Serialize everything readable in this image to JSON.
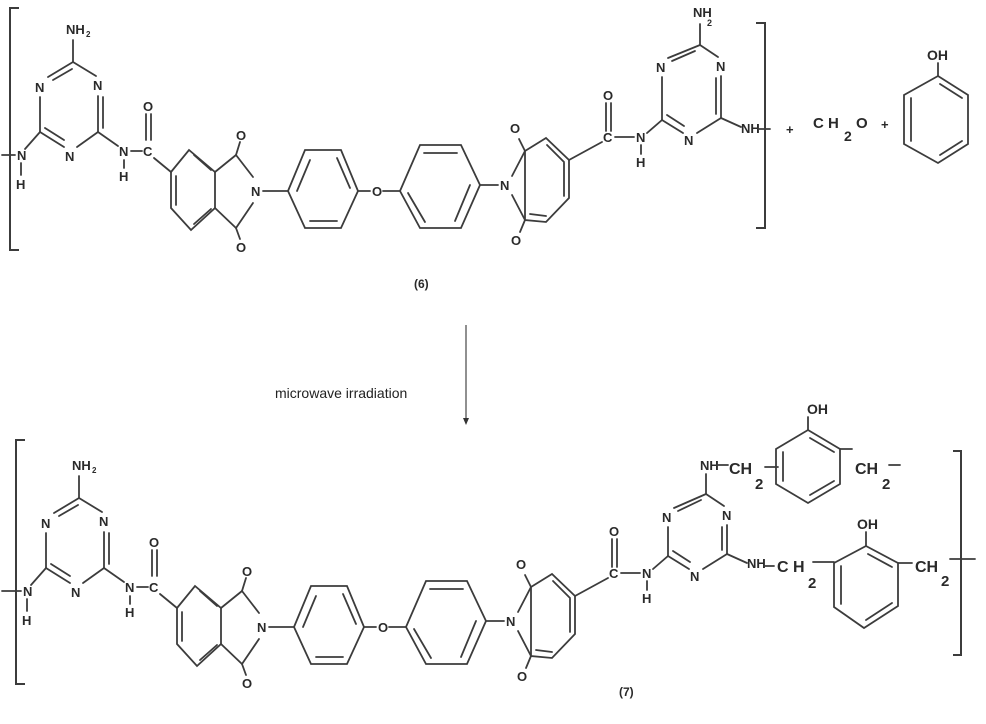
{
  "figure": {
    "type": "reaction-scheme",
    "reactants": {
      "polymer_label": "(6)",
      "plus_sign": "+",
      "formaldehyde": {
        "prefix": "C H",
        "subscript": "2",
        "suffix": "O"
      },
      "phenol": {
        "substituent": "OH"
      }
    },
    "condition": "microwave irradiation",
    "product": {
      "polymer_label": "(7)"
    },
    "atoms": {
      "nh2": "NH",
      "nh2_sub": "2",
      "n": "N",
      "h": "H",
      "nh": "NH",
      "c": "C",
      "o": "O",
      "oh": "OH",
      "ch": "CH",
      "ch_spaced": "C H",
      "sub2": "2"
    }
  }
}
